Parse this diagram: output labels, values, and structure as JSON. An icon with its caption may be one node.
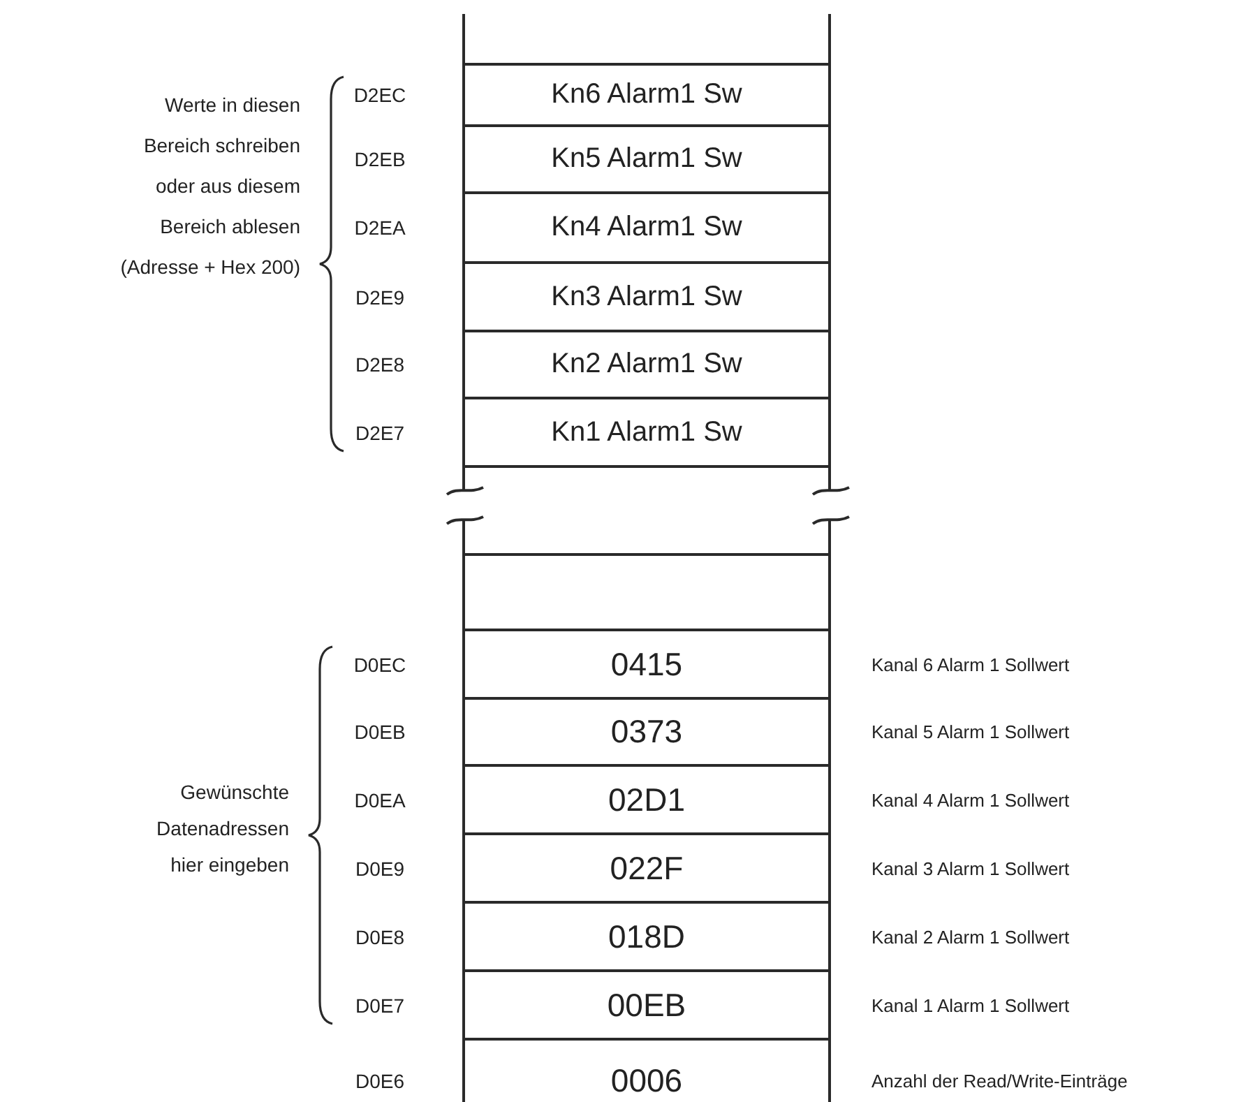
{
  "diagram": {
    "nodes": [
      {
        "text": [
          "Kn6 Alarm1 Sw"
        ],
        "beside": [
          "D2EC"
        ]
      },
      {
        "text": [
          "Kn5 Alarm1 Sw"
        ],
        "beside": [
          "D2EB"
        ]
      },
      {
        "text": [
          "Kn4 Alarm1 Sw"
        ],
        "beside": [
          "D2EA"
        ]
      },
      {
        "text": [
          "Kn3 Alarm1 Sw"
        ],
        "beside": [
          "D2E9"
        ]
      },
      {
        "text": [
          "Kn2 Alarm1 Sw"
        ],
        "beside": [
          "D2E8"
        ]
      },
      {
        "text": [
          "Kn1 Alarm1 Sw"
        ],
        "beside": [
          "D2E7"
        ]
      },
      {
        "text": [],
        "shape": "box"
      },
      {
        "text": [
          "0415"
        ],
        "beside": [
          "D0EC",
          "Kanal 6 Alarm 1 Sollwert"
        ]
      },
      {
        "text": [
          "0373"
        ],
        "beside": [
          "D0EB",
          "Kanal 5 Alarm 1 Sollwert"
        ]
      },
      {
        "text": [
          "02D1"
        ],
        "beside": [
          "D0EA",
          "Kanal 4 Alarm 1 Sollwert"
        ]
      },
      {
        "text": [
          "022F"
        ],
        "beside": [
          "D0E9",
          "Kanal 3 Alarm 1 Sollwert"
        ]
      },
      {
        "text": [
          "018D"
        ],
        "beside": [
          "D0E8",
          "Kanal 2 Alarm 1 Sollwert"
        ]
      },
      {
        "text": [
          "00EB"
        ],
        "beside": [
          "D0E7",
          "Kanal 1 Alarm 1 Sollwert"
        ]
      },
      {
        "text": [
          "0006"
        ],
        "beside": [
          "D0E6",
          "Anzahl der Read/Write-Einträge"
        ]
      }
    ],
    "labels": [
      "Werte in diesen Bereich schreiben oder aus diesem Bereich ablesen (Adresse + Hex 200)",
      "Gewünschte Datenadressen hier eingeben"
    ]
  }
}
